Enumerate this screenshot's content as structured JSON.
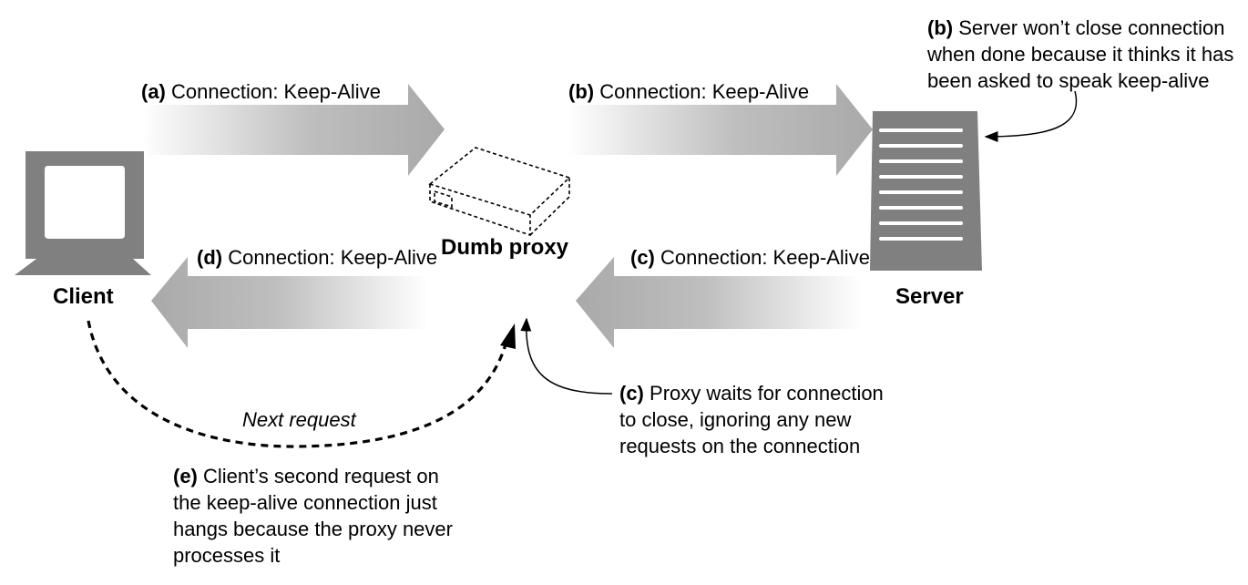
{
  "nodes": {
    "client": "Client",
    "proxy": "Dumb proxy",
    "server": "Server"
  },
  "messages": {
    "a": {
      "tag": "(a)",
      "text": "Connection: Keep-Alive"
    },
    "b": {
      "tag": "(b)",
      "text": "Connection: Keep-Alive"
    },
    "c": {
      "tag": "(c)",
      "text": "Connection: Keep-Alive"
    },
    "d": {
      "tag": "(d)",
      "text": "Connection: Keep-Alive"
    }
  },
  "next_request": "Next request",
  "notes": {
    "b": {
      "tag": "(b)",
      "lines": [
        "Server won’t close connection",
        "when done because it thinks it has",
        "been asked to speak keep-alive"
      ]
    },
    "c": {
      "tag": "(c)",
      "lines": [
        "Proxy waits for connection",
        "to close, ignoring any new",
        "requests on the connection"
      ]
    },
    "e": {
      "tag": "(e)",
      "lines": [
        "Client’s second request on",
        "the keep-alive connection just",
        "hangs because the proxy never",
        "processes it"
      ]
    }
  },
  "colors": {
    "arrow": "#a9a9a9",
    "device": "#808080",
    "line": "#000000"
  }
}
